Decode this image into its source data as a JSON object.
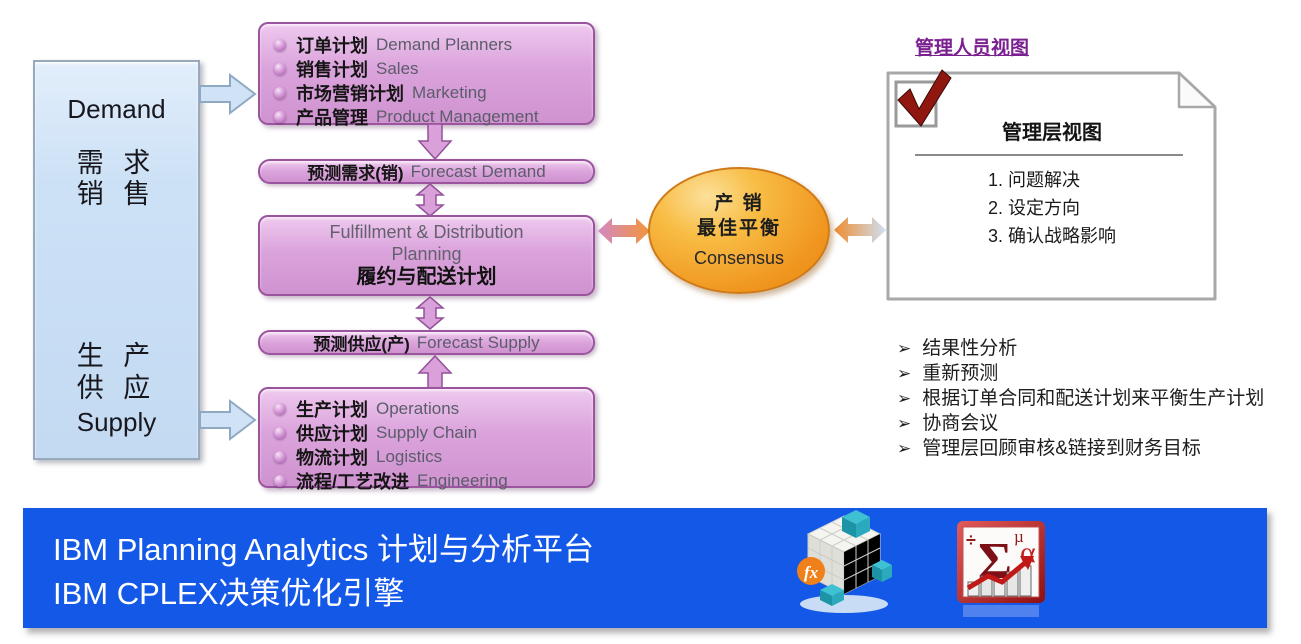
{
  "demand_supply_panel": {
    "demand_en": "Demand",
    "demand_cn1": "需 求",
    "demand_cn2": "销 售",
    "supply_cn1": "生 产",
    "supply_cn2": "供 应",
    "supply_en": "Supply"
  },
  "demand_planning_box": {
    "items": [
      {
        "cn": "订单计划",
        "en": "Demand Planners"
      },
      {
        "cn": "销售计划",
        "en": "Sales"
      },
      {
        "cn": "市场营销计划",
        "en": "Marketing"
      },
      {
        "cn": "产品管理",
        "en": "Product Management"
      }
    ]
  },
  "forecast_demand_bar": {
    "cn": "预测需求(销)",
    "en": "Forecast Demand"
  },
  "fulfillment_box": {
    "en1": "Fulfillment & Distribution",
    "en2": "Planning",
    "cn": "履约与配送计划"
  },
  "forecast_supply_bar": {
    "cn": "预测供应(产)",
    "en": "Forecast Supply"
  },
  "supply_planning_box": {
    "items": [
      {
        "cn": "生产计划",
        "en": "Operations"
      },
      {
        "cn": "供应计划",
        "en": "Supply Chain"
      },
      {
        "cn": "物流计划",
        "en": "Logistics"
      },
      {
        "cn": "流程/工艺改进",
        "en": "Engineering"
      }
    ]
  },
  "consensus": {
    "cn1": "产 销",
    "cn2": "最佳平衡",
    "en": "Consensus"
  },
  "management_link": "管理人员视图",
  "management_card": {
    "title": "管理层视图",
    "items": [
      "1. 问题解决",
      "2. 设定方向",
      "3. 确认战略影响"
    ]
  },
  "action_list": {
    "bullet": "➢",
    "items": [
      "结果性分析",
      "重新预测",
      "根据订单合同和配送计划来平衡生产计划",
      "协商会议",
      "管理层回顾审核&链接到财务目标"
    ]
  },
  "banner": {
    "line1": "IBM Planning Analytics 计划与分析平台",
    "line2": "IBM CPLEX决策优化引擎"
  },
  "icons": {
    "cube": "planning-analytics-cube-icon",
    "sigma": "cplex-sigma-stats-icon",
    "fx_label": "fx",
    "sigma_glyph": "Σ",
    "mu_glyph": "µ",
    "alpha_glyph": "α",
    "divide_glyph": "÷"
  },
  "colors": {
    "banner_bg": "#1458e8",
    "pink_fill": "#dba3dc",
    "pink_border": "#9b549e",
    "blue_panel_fill": "#cde1f6",
    "orange_fill": "#f0961f",
    "link_purple": "#7b2090",
    "check_red": "#8f1710"
  }
}
